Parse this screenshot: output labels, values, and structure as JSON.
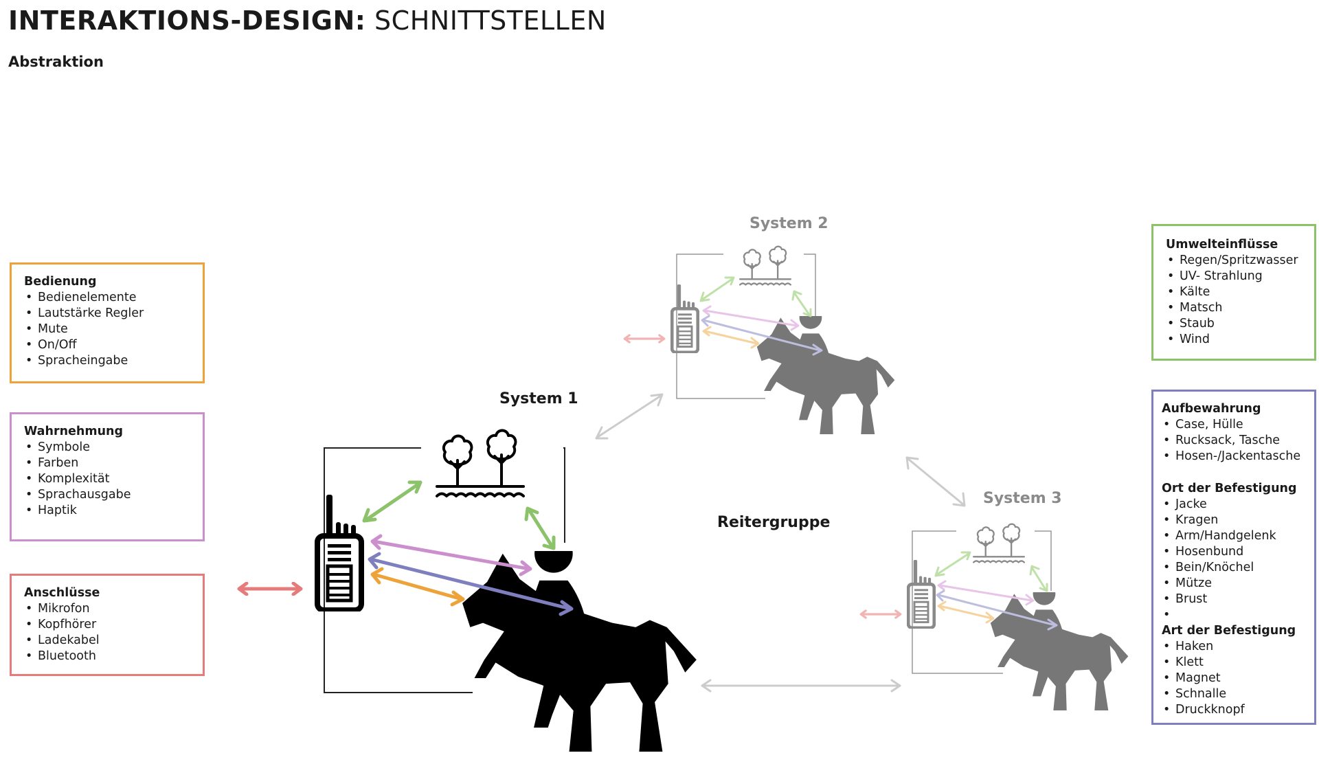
{
  "title": {
    "bold": "INTERAKTIONS-DESIGN:",
    "light": "SCHNITTSTELLEN"
  },
  "subtitle": "Abstraktion",
  "labels": {
    "system1": "System 1",
    "system2": "System 2",
    "system3": "System 3",
    "group": "Reitergruppe"
  },
  "boxes": {
    "bedienung": {
      "heading": "Bedienung",
      "items": [
        "Bedienelemente",
        "Lautstärke Regler",
        "Mute",
        "On/Off",
        "Spracheingabe"
      ],
      "color": "#eea33a"
    },
    "wahrnehmung": {
      "heading": "Wahrnehmung",
      "items": [
        "Symbole",
        "Farben",
        "Komplexität",
        "Sprachausgabe",
        "Haptik"
      ],
      "color": "#cc8fce"
    },
    "anschluesse": {
      "heading": "Anschlüsse",
      "items": [
        "Mikrofon",
        "Kopfhörer",
        "Ladekabel",
        "Bluetooth"
      ],
      "color": "#e57b7b"
    },
    "umwelt": {
      "heading": "Umwelteinflüsse",
      "items": [
        "Regen/Spritzwasser",
        "UV- Strahlung",
        "Kälte",
        "Matsch",
        "Staub",
        "Wind"
      ],
      "color": "#8cc36a"
    },
    "aufbewahrung": {
      "color": "#7f7fbf",
      "section1": {
        "heading": "Aufbewahrung",
        "items": [
          "Case, Hülle",
          "Rucksack, Tasche",
          "Hosen-/Jackentasche"
        ]
      },
      "section2": {
        "heading": "Ort der Befestigung",
        "items": [
          "Jacke",
          "Kragen",
          "Arm/Handgelenk",
          "Hosenbund",
          "Bein/Knöchel",
          "Mütze",
          "Brust",
          ""
        ]
      },
      "section3": {
        "heading": "Art der Befestigung",
        "items": [
          "Haken",
          "Klett",
          "Magnet",
          "Schnalle",
          "Druckknopf"
        ]
      }
    }
  },
  "icons": [
    "radio-icon",
    "trees-icon",
    "rider-icon",
    "double-arrow-icon"
  ]
}
